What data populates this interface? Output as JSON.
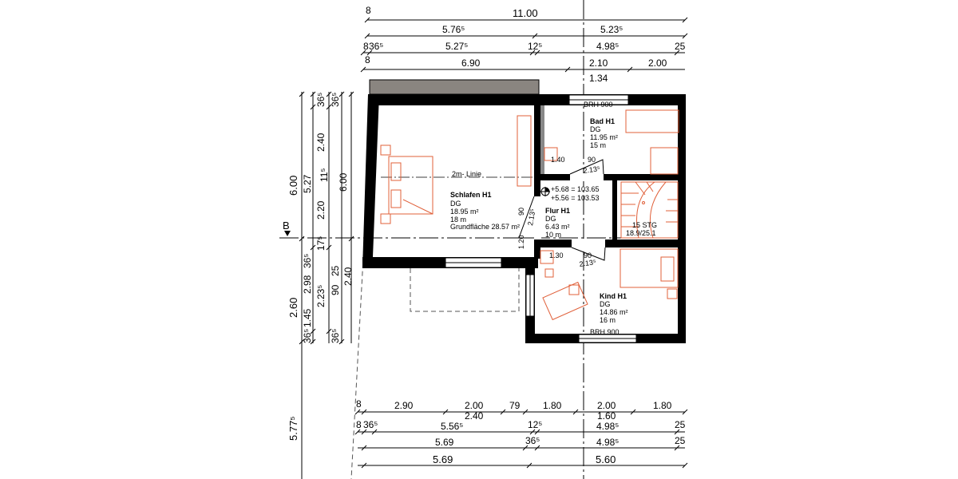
{
  "drawing": {
    "section_marker": "B",
    "top_dimensions": {
      "row1": [
        "8",
        "11.00"
      ],
      "row2": [
        "5.76⁵",
        "5.23⁵"
      ],
      "row3": [
        "8",
        "36⁵",
        "5.27⁵",
        "12⁵",
        "4.98⁵",
        "25"
      ],
      "row4": [
        "8",
        "6.90",
        "2.10",
        "2.00"
      ],
      "row5": [
        "1.34"
      ]
    },
    "bottom_dimensions": {
      "row1": [
        "8",
        "2.90",
        "2.00",
        "79",
        "1.80",
        "2.00",
        "1.80"
      ],
      "row1b": [
        "2.40",
        "1.60"
      ],
      "row2": [
        "8",
        "36⁵",
        "5.56⁵",
        "12⁵",
        "4.98⁵",
        "25"
      ],
      "row3": [
        "5.69",
        "36⁵",
        "4.98⁵",
        "25"
      ],
      "row4": [
        "5.69",
        "5.60"
      ]
    },
    "left_dimensions": {
      "outer": [
        "6.00",
        "2.60",
        "5.77⁵"
      ],
      "col2": [
        "5.27",
        "2.98",
        "1.45"
      ],
      "col3": [
        "36⁵",
        "2.40",
        "2.20",
        "17⁵",
        "36⁵",
        "2.23⁵",
        "36⁵"
      ],
      "col4": [
        "36⁵",
        "11⁵",
        "25",
        "90",
        "36⁵"
      ],
      "col5": [
        "6.00",
        "2.40"
      ]
    },
    "rooms": [
      {
        "name": "Schlafen H1",
        "floor": "DG",
        "area": "18.95 m²",
        "perimeter": "18 m",
        "extra": "Grundfläche 28.57 m²"
      },
      {
        "name": "Bad H1",
        "floor": "DG",
        "area": "11.95 m²",
        "perimeter": "15 m"
      },
      {
        "name": "Flur H1",
        "floor": "DG",
        "area": "6.43 m²",
        "perimeter": "10 m"
      },
      {
        "name": "Kind H1",
        "floor": "DG",
        "area": "14.86 m²",
        "perimeter": "16 m"
      }
    ],
    "annotations": {
      "brh_top": "BRH 900",
      "brh_bottom": "BRH 900",
      "line_2m": "2m- Linie",
      "level1": "+5.68 = 103.65",
      "level2": "+5.56 = 103.53",
      "stairs": "15 STG",
      "stairs_ratio": "18.9/25.1",
      "bad_door_w": "1.40",
      "bad_door_v": "90",
      "bad_door_h": "2.13⁵",
      "flur_door_v": "90",
      "flur_door_h": "2.13⁵",
      "flur_wall_h": "1.20",
      "kind_door_w": "1.30",
      "kind_door_v": "90",
      "kind_door_h": "2.13⁵"
    }
  }
}
